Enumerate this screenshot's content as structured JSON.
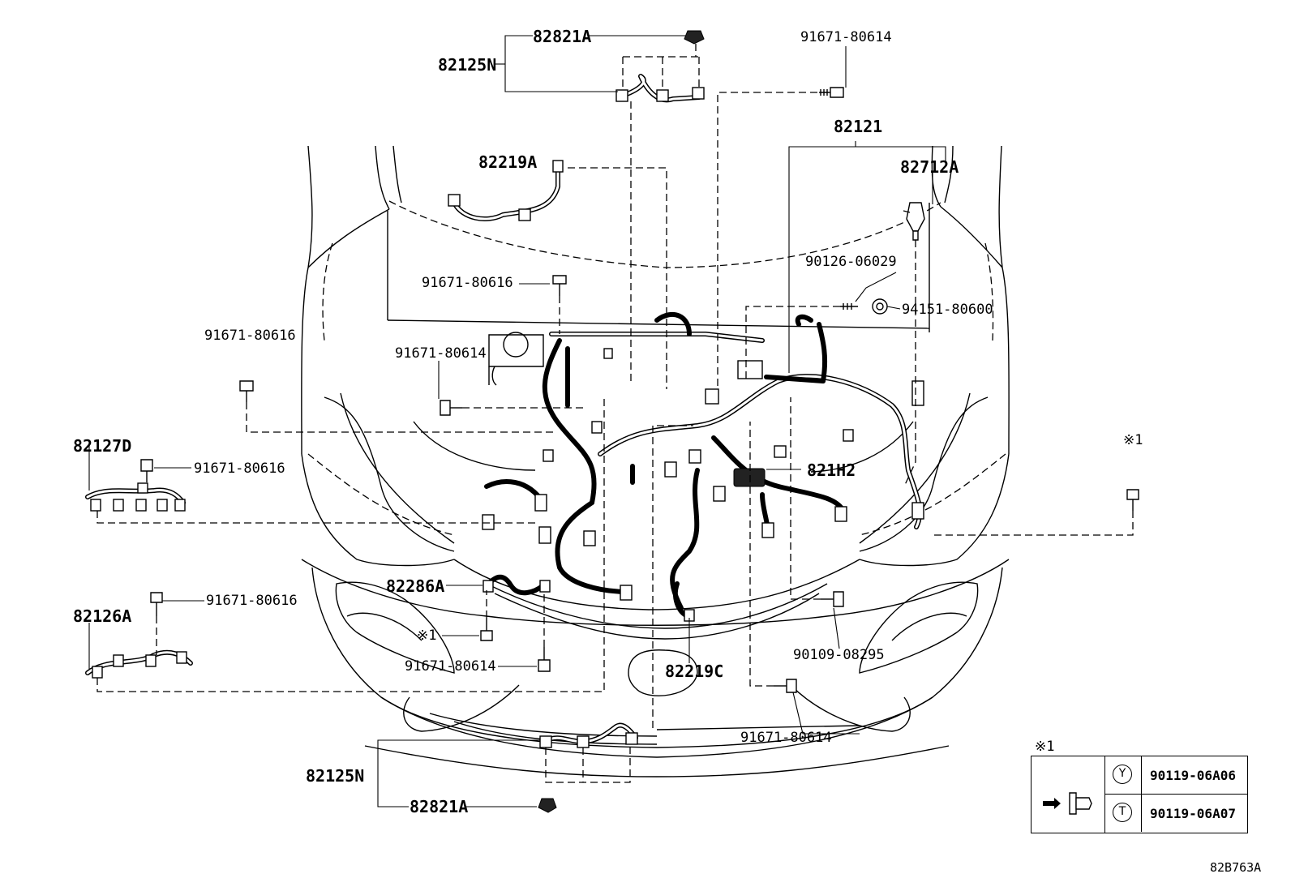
{
  "callouts": {
    "c82821A_top": "82821A",
    "c82125N_top": "82125N",
    "c91671_80614_top": "91671-80614",
    "c82121": "82121",
    "c82712A": "82712A",
    "c82219A": "82219A",
    "c90126_06029": "90126-06029",
    "c94151_80600": "94151-80600",
    "c91671_80616_mid": "91671-80616",
    "c91671_80616_left": "91671-80616",
    "c91671_80614_left": "91671-80614",
    "c82127D": "82127D",
    "c91671_80616_82127D": "91671-80616",
    "c821H2": "821H2",
    "c_ref1_right": "※1",
    "c82286A": "82286A",
    "c82126A": "82126A",
    "c91671_80616_82126A": "91671-80616",
    "c_ref1_low": "※1",
    "c91671_80614_low": "91671-80614",
    "c90109_08295": "90109-08295",
    "c82219C": "82219C",
    "c91671_80614_bottom": "91671-80614",
    "c82125N_bottom": "82125N",
    "c82821A_bottom": "82821A"
  },
  "legend": {
    "title": "※1",
    "rows": [
      {
        "code": "Y",
        "part": "90119-06A06"
      },
      {
        "code": "T",
        "part": "90119-06A07"
      }
    ]
  },
  "diagram_id": "82B763A"
}
